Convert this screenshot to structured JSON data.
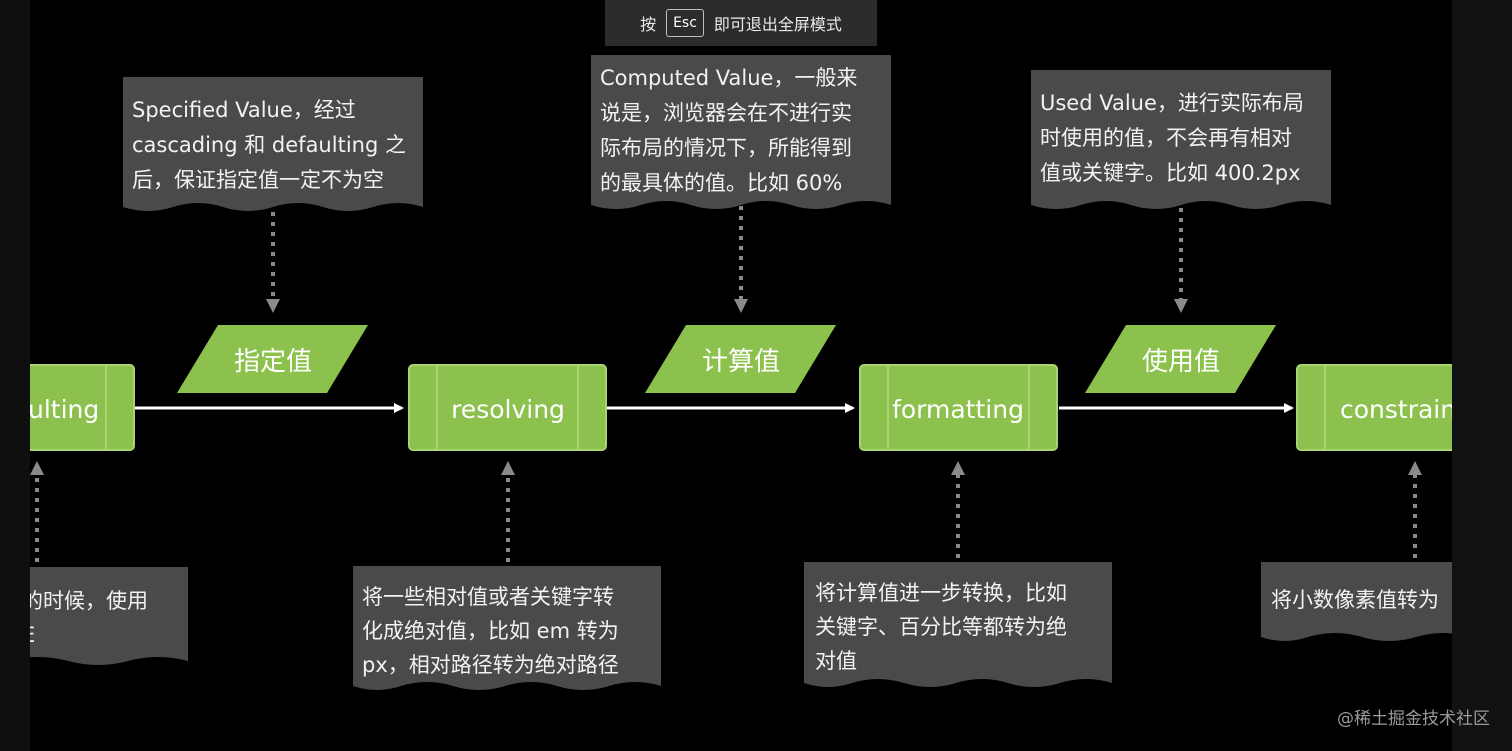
{
  "overlay": {
    "prefix": "按",
    "key": "Esc",
    "suffix": "即可退出全屏模式"
  },
  "watermark": "@稀土掘金技术社区",
  "colors": {
    "green": "#8dc14d",
    "green_border": "#a8d472",
    "note_bg": "#4a4a4a",
    "arrow": "#ffffff",
    "dotted": "#8a8a8a",
    "background": "#000000"
  },
  "diagram": {
    "processes": [
      {
        "label": "ulting"
      },
      {
        "label": "resolving"
      },
      {
        "label": "formatting"
      },
      {
        "label": "constrain"
      }
    ],
    "values": [
      {
        "label": "指定值"
      },
      {
        "label": "计算值"
      },
      {
        "label": "使用值"
      }
    ],
    "top_notes": [
      {
        "lines": [
          "Specified Value，经过",
          "cascading 和 defaulting 之",
          "后，保证指定值一定不为空"
        ]
      },
      {
        "lines": [
          "Computed Value，一般来",
          "说是，浏览器会在不进行实",
          "际布局的情况下，所能得到",
          "的最具体的值。比如 60%"
        ]
      },
      {
        "lines": [
          "Used Value，进行实际布局",
          "时使用的值，不会再有相对",
          "值或关键字。比如 400.2px"
        ]
      }
    ],
    "bottom_notes": [
      {
        "lines": [
          "的时候，使用",
          "E"
        ]
      },
      {
        "lines": [
          "将一些相对值或者关键字转",
          "化成绝对值，比如 em 转为",
          "px，相对路径转为绝对路径"
        ]
      },
      {
        "lines": [
          "将计算值进一步转换，比如",
          "关键字、百分比等都转为绝",
          "对值"
        ]
      },
      {
        "lines": [
          "将小数像素值转为"
        ]
      }
    ]
  }
}
